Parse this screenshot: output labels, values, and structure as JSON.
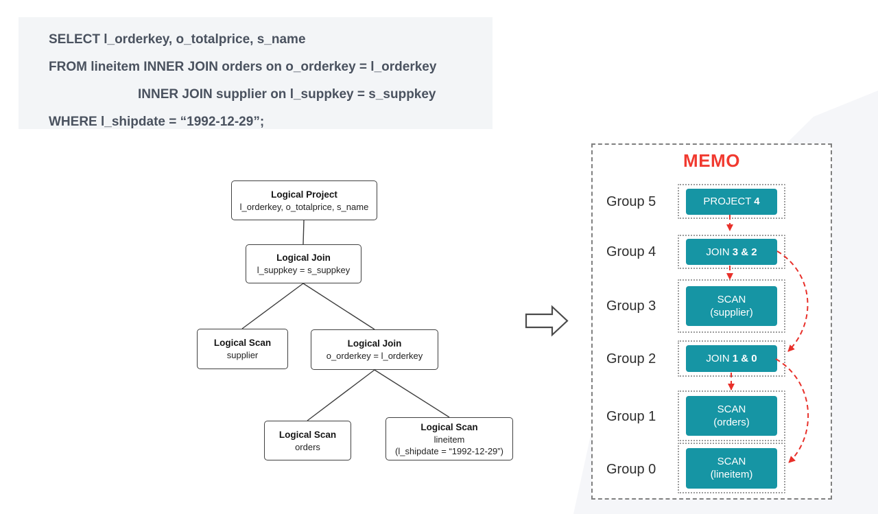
{
  "sql_panel": {
    "lines": [
      "SELECT l_orderkey, o_totalprice, s_name",
      "FROM lineitem INNER JOIN orders on o_orderkey = l_orderkey",
      "INNER JOIN supplier on l_suppkey = s_suppkey",
      "WHERE l_shipdate = “1992-12-29”;"
    ]
  },
  "tree": {
    "project": {
      "title": "Logical Project",
      "detail": "l_orderkey, o_totalprice, s_name"
    },
    "join_top": {
      "title": "Logical Join",
      "detail": "l_suppkey = s_suppkey"
    },
    "scan_supplier": {
      "title": "Logical Scan",
      "detail": "supplier"
    },
    "join_bottom": {
      "title": "Logical Join",
      "detail": "o_orderkey = l_orderkey"
    },
    "scan_orders": {
      "title": "Logical Scan",
      "detail": "orders"
    },
    "scan_lineitem": {
      "title": "Logical Scan",
      "detail": "lineitem",
      "detail2": "(l_shipdate = “1992-12-29”)"
    }
  },
  "memo": {
    "title": "MEMO",
    "groups": [
      {
        "label": "Group 5",
        "op": "PROJECT",
        "refs": "4",
        "sub": ""
      },
      {
        "label": "Group 4",
        "op": "JOIN",
        "refs": "3 & 2",
        "sub": ""
      },
      {
        "label": "Group 3",
        "op": "SCAN",
        "refs": "",
        "sub": "(supplier)"
      },
      {
        "label": "Group 2",
        "op": "JOIN",
        "refs": "1 & 0",
        "sub": ""
      },
      {
        "label": "Group 1",
        "op": "SCAN",
        "refs": "",
        "sub": "(orders)"
      },
      {
        "label": "Group 0",
        "op": "SCAN",
        "refs": "",
        "sub": "(lineitem)"
      }
    ]
  },
  "colors": {
    "teal": "#1695a4",
    "memo_title_red": "#f13a30",
    "arrow_red": "#e8302a",
    "sql_panel_bg": "#f3f5f7",
    "sql_text": "#4a525f",
    "tree_border": "#3f3f3f",
    "memo_dashed_border": "#7f7f7f",
    "dotted_container_border": "#9b9b9b",
    "background_swoosh": "#f5f6f9"
  }
}
